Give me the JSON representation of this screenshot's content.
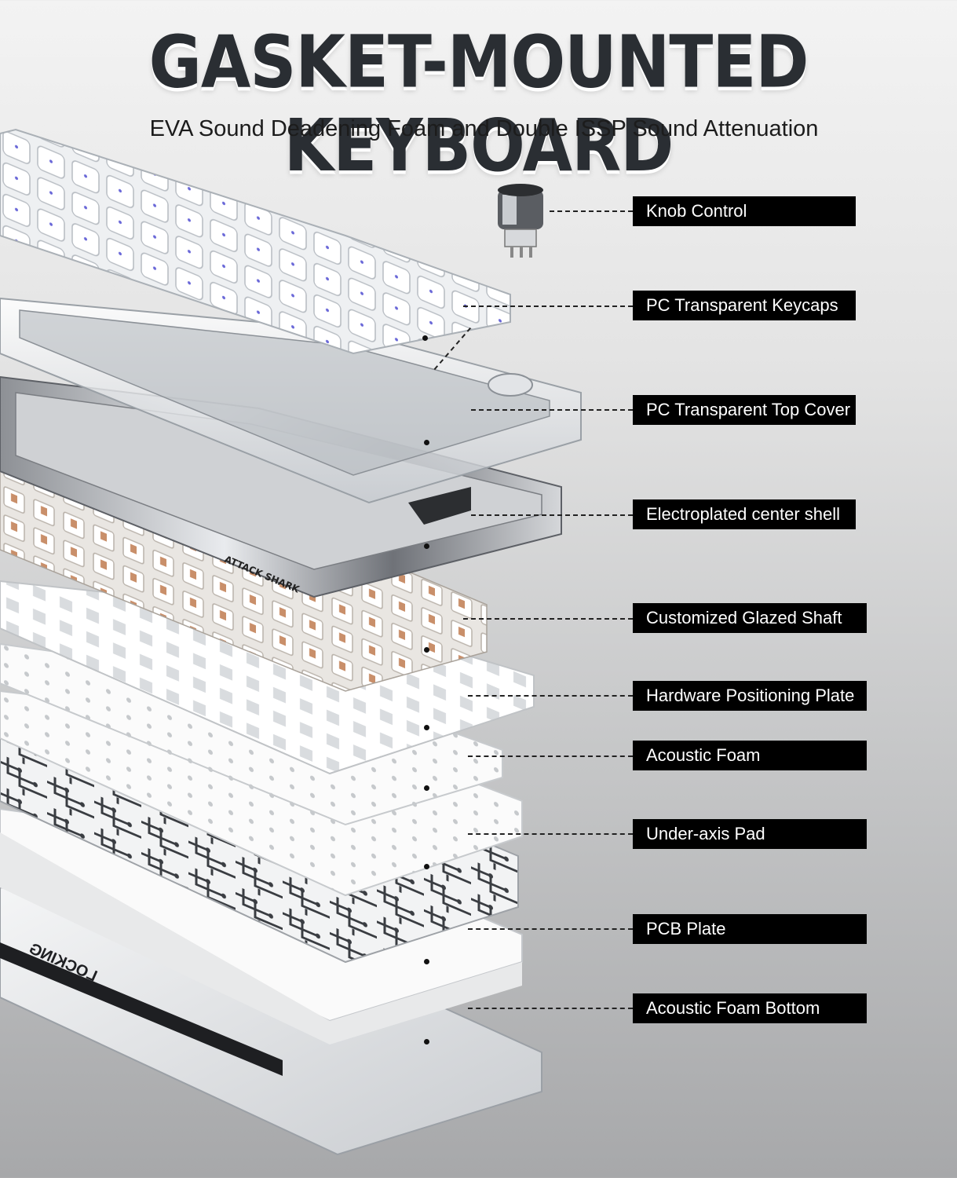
{
  "title": "GASKET-MOUNTED KEYBOARD",
  "subtitle": "EVA Sound Deadening Foam and Double ISSP Sound Attenuation",
  "brand_logo_text": "ATTACK SHARK",
  "case_print_text": "LOCKING",
  "labels": [
    "Knob Control",
    "PC Transparent Keycaps",
    "PC Transparent Top Cover",
    "Electroplated center shell",
    "Customized Glazed Shaft",
    "Hardware Positioning Plate",
    "Acoustic Foam",
    "Under-axis Pad",
    "PCB Plate",
    "Acoustic Foam Bottom"
  ],
  "colors": {
    "title": "#2a2e33",
    "label_bg": "#000000",
    "label_text": "#ffffff"
  }
}
